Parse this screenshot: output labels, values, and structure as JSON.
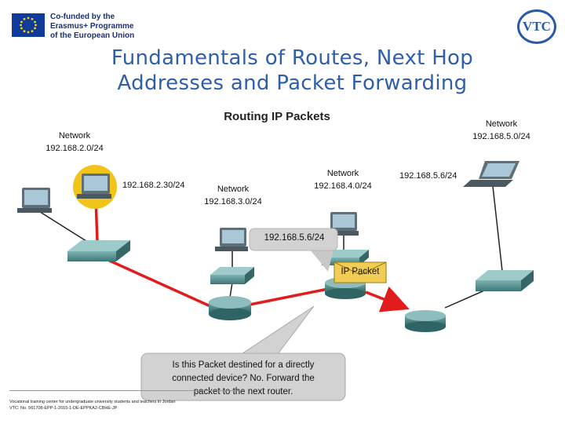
{
  "header": {
    "eu_text": "Co-funded by the\nErasmus+ Programme\nof the European Union",
    "logo_text": "VTC",
    "title": "Fundamentals of Routes, Next Hop\nAddresses and Packet Forwarding"
  },
  "diagram": {
    "title": "Routing IP Packets",
    "labels": {
      "net1": "Network\n192.168.2.0/24",
      "host1_ip": "192.168.2.30/24",
      "net2": "Network\n192.168.3.0/24",
      "net3": "Network\n192.168.4.0/24",
      "dest_ip": "192.168.5.6/24",
      "net4": "Network\n192.168.5.0/24"
    },
    "bubble_ip": "192.168.5.6/24",
    "packet_label": "IP Packet",
    "callout": "Is this Packet destined for a directly\nconnected device? No. Forward the\npacket to the next router."
  },
  "footer": {
    "text": "Vocational training center for undergraduate university students and teachers in Jordan\nVTC: No. 561708-EPP-1-2015-1-DE-EPPKA2-CBHE-JP"
  },
  "colors": {
    "path": "#e21c1c",
    "link": "#222222",
    "device": "#4f8c8c",
    "highlight": "#f0c41a",
    "title": "#2e5fa8"
  }
}
